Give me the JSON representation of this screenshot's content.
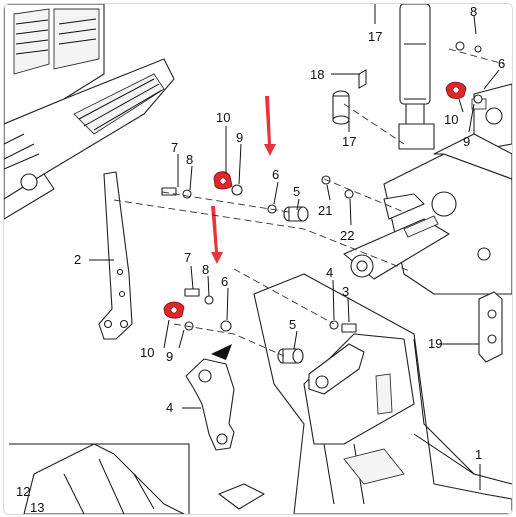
{
  "callouts": [
    {
      "id": "c17-top",
      "text": "17"
    },
    {
      "id": "c8-top",
      "text": "8"
    },
    {
      "id": "c6-topright",
      "text": "6"
    },
    {
      "id": "c18",
      "text": "18"
    },
    {
      "id": "c17-mid",
      "text": "17"
    },
    {
      "id": "c10-topright",
      "text": "10"
    },
    {
      "id": "c9-topright",
      "text": "9"
    },
    {
      "id": "c10-upper",
      "text": "10"
    },
    {
      "id": "c9-upper",
      "text": "9"
    },
    {
      "id": "c7-upper",
      "text": "7"
    },
    {
      "id": "c8-upper",
      "text": "8"
    },
    {
      "id": "c6-upper",
      "text": "6"
    },
    {
      "id": "c5-upper",
      "text": "5"
    },
    {
      "id": "c21",
      "text": "21"
    },
    {
      "id": "c22",
      "text": "22"
    },
    {
      "id": "c2",
      "text": "2"
    },
    {
      "id": "c7-lower",
      "text": "7"
    },
    {
      "id": "c8-lower",
      "text": "8"
    },
    {
      "id": "c6-lower",
      "text": "6"
    },
    {
      "id": "c4-upper",
      "text": "4"
    },
    {
      "id": "c3",
      "text": "3"
    },
    {
      "id": "c19",
      "text": "19"
    },
    {
      "id": "c5-lower",
      "text": "5"
    },
    {
      "id": "c10-lower",
      "text": "10"
    },
    {
      "id": "c9-lower",
      "text": "9"
    },
    {
      "id": "c4-lower",
      "text": "4"
    },
    {
      "id": "c1",
      "text": "1"
    },
    {
      "id": "c12",
      "text": "12"
    },
    {
      "id": "c13",
      "text": "13"
    }
  ],
  "colors": {
    "highlight": "#e0252b",
    "arrow": "#e8343a",
    "line": "#111111"
  }
}
